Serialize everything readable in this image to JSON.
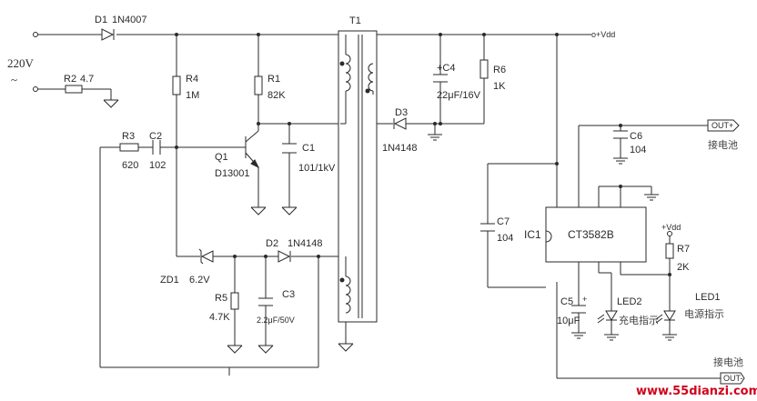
{
  "mains": {
    "voltage": "220V",
    "ac_symbol": "~"
  },
  "components": {
    "D1": {
      "ref": "D1",
      "value": "1N4007"
    },
    "R2": {
      "ref": "R2",
      "value": "4.7"
    },
    "R4": {
      "ref": "R4",
      "value": "1M"
    },
    "R1": {
      "ref": "R1",
      "value": "82K"
    },
    "T1": {
      "ref": "T1"
    },
    "C4": {
      "ref": "+C4",
      "value": "22μF/16V"
    },
    "R6": {
      "ref": "R6",
      "value": "1K"
    },
    "D3": {
      "ref": "D3",
      "value": "1N4148"
    },
    "R3": {
      "ref": "R3",
      "value": "620"
    },
    "C2": {
      "ref": "C2",
      "value": "102"
    },
    "Q1": {
      "ref": "Q1",
      "value": "D13001"
    },
    "C1": {
      "ref": "C1",
      "value": "101/1kV"
    },
    "C6": {
      "ref": "C6",
      "value": "104"
    },
    "C7": {
      "ref": "C7",
      "value": "104"
    },
    "IC1": {
      "ref": "IC1",
      "value": "CT3582B"
    },
    "ZD1": {
      "ref": "ZD1",
      "value": "6.2V"
    },
    "D2": {
      "ref": "D2",
      "value": "1N4148"
    },
    "R5": {
      "ref": "R5",
      "value": "4.7K"
    },
    "C3": {
      "ref": "C3",
      "value": "2.2μF/50V"
    },
    "R7": {
      "ref": "R7",
      "value": "2K"
    },
    "C5": {
      "ref": "C5",
      "value": "10μF",
      "plus": "+"
    },
    "LED2": {
      "ref": "LED2",
      "caption": "充电指示"
    },
    "LED1": {
      "ref": "LED1",
      "caption": "电源指示"
    }
  },
  "nets": {
    "vdd": "o+Vdd",
    "vdd_small": "+Vdd"
  },
  "connectors": {
    "out_plus": {
      "label": "OUT+",
      "caption": "接电池"
    },
    "out_minus": {
      "label": "OUT-",
      "caption": "接电池"
    }
  },
  "watermark": {
    "text": "www.55dianzi.com",
    "color": "#d0021b"
  }
}
